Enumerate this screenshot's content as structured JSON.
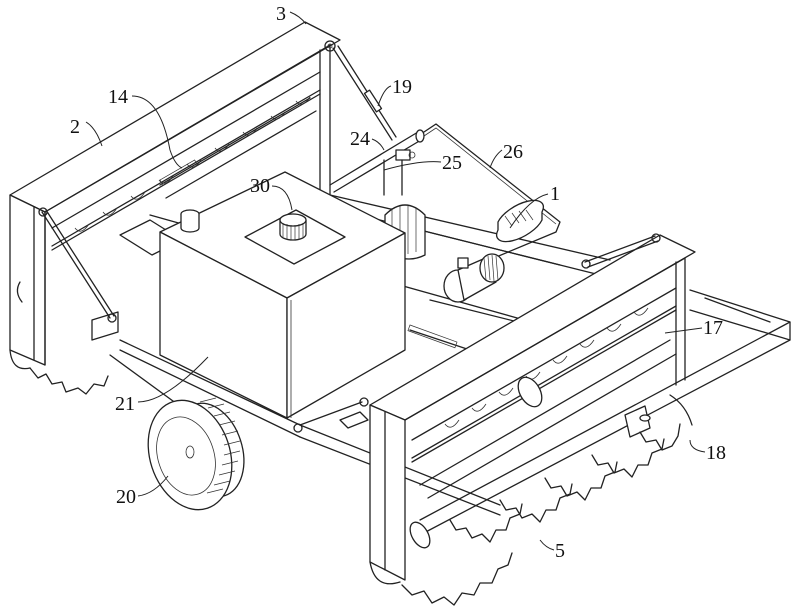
{
  "figure": {
    "type": "patent-style isometric line drawing",
    "subject": "agricultural tilling machine with tank, rollers and disc blades"
  },
  "labels": [
    {
      "id": "1",
      "text": "1"
    },
    {
      "id": "2",
      "text": "2"
    },
    {
      "id": "3",
      "text": "3"
    },
    {
      "id": "5",
      "text": "5"
    },
    {
      "id": "14",
      "text": "14"
    },
    {
      "id": "17",
      "text": "17"
    },
    {
      "id": "18",
      "text": "18"
    },
    {
      "id": "19",
      "text": "19"
    },
    {
      "id": "20",
      "text": "20"
    },
    {
      "id": "21",
      "text": "21"
    },
    {
      "id": "24",
      "text": "24"
    },
    {
      "id": "25",
      "text": "25"
    },
    {
      "id": "26",
      "text": "26"
    },
    {
      "id": "30",
      "text": "30"
    }
  ],
  "colors": {
    "line": "#222222",
    "background": "#ffffff"
  }
}
